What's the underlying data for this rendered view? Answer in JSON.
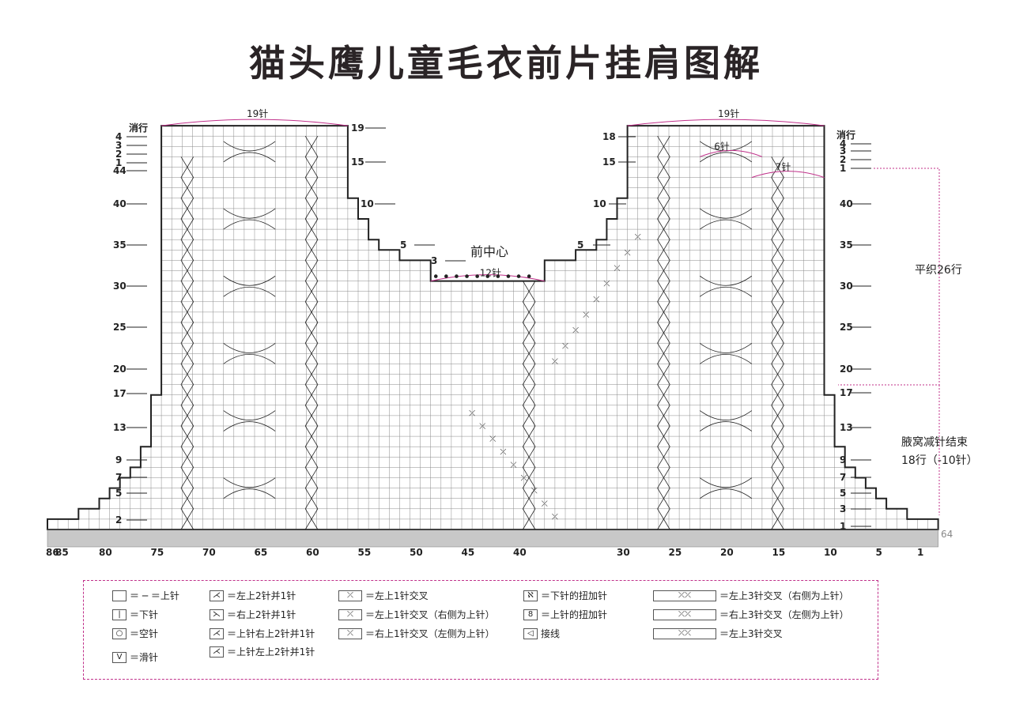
{
  "title": "猫头鹰儿童毛衣前片挂肩图解",
  "center_label": "前中心",
  "top_left_count": "19针",
  "top_right_count": "19针",
  "neck_count": "12针",
  "cable6": "6针",
  "cable7": "7针",
  "left_end_label": "消行",
  "right_end_label": "消行",
  "left_rows": [
    "4",
    "3",
    "2",
    "1",
    "44",
    "40",
    "35",
    "30",
    "25",
    "20",
    "17",
    "13",
    "9",
    "7",
    "5",
    "2"
  ],
  "left_top_right_rows": [
    "19",
    "15",
    "10",
    "5",
    "3"
  ],
  "right_rows": [
    "4",
    "3",
    "2",
    "1",
    "40",
    "35",
    "30",
    "25",
    "20",
    "17",
    "13",
    "9",
    "7",
    "5",
    "3",
    "1"
  ],
  "right_top_left_rows": [
    "18",
    "15",
    "10",
    "5"
  ],
  "bottom_row_label": "64",
  "x_ticks": [
    "86",
    "85",
    "80",
    "75",
    "70",
    "65",
    "60",
    "55",
    "50",
    "45",
    "40",
    "30",
    "25",
    "20",
    "15",
    "10",
    "5",
    "1"
  ],
  "note_flat": "平织26行",
  "note_end1": "腋窝减针结束",
  "note_end2": "18行（-10针）",
  "legend": [
    {
      "sym": "",
      "text": "＝ ─ ＝上针"
    },
    {
      "sym": "|",
      "text": "＝下针"
    },
    {
      "sym": "○",
      "text": "＝空针"
    },
    {
      "sym": "V",
      "text": "＝滑针"
    },
    {
      "sym": "⋌",
      "text": "＝左上2针并1针"
    },
    {
      "sym": "⋋",
      "text": "＝右上2针并1针"
    },
    {
      "sym": "⋌",
      "text": "＝上针右上2针并1针"
    },
    {
      "sym": "⋌",
      "text": "＝上针左上2针并1针"
    },
    {
      "sym": "⤫",
      "text": "＝左上1针交叉"
    },
    {
      "sym": "⤫",
      "text": "＝左上1针交叉（右侧为上针）"
    },
    {
      "sym": "⤫",
      "text": "＝右上1针交叉（左侧为上针）"
    },
    {
      "sym": "◁",
      "text": "接线"
    },
    {
      "sym": "ℵ",
      "text": "＝下针的扭加针"
    },
    {
      "sym": "8",
      "text": "＝上针的扭加针"
    },
    {
      "sym": "⤫⤫",
      "text": "＝左上3针交叉（右侧为上针）"
    },
    {
      "sym": "⤫⤫",
      "text": "＝右上3针交叉（左侧为上针）"
    },
    {
      "sym": "⤫⤫",
      "text": "＝左上3针交叉"
    }
  ],
  "colors": {
    "line": "#222222",
    "grid": "#8a8a8a",
    "accent": "#c0308a",
    "band": "#c8c8c8"
  }
}
